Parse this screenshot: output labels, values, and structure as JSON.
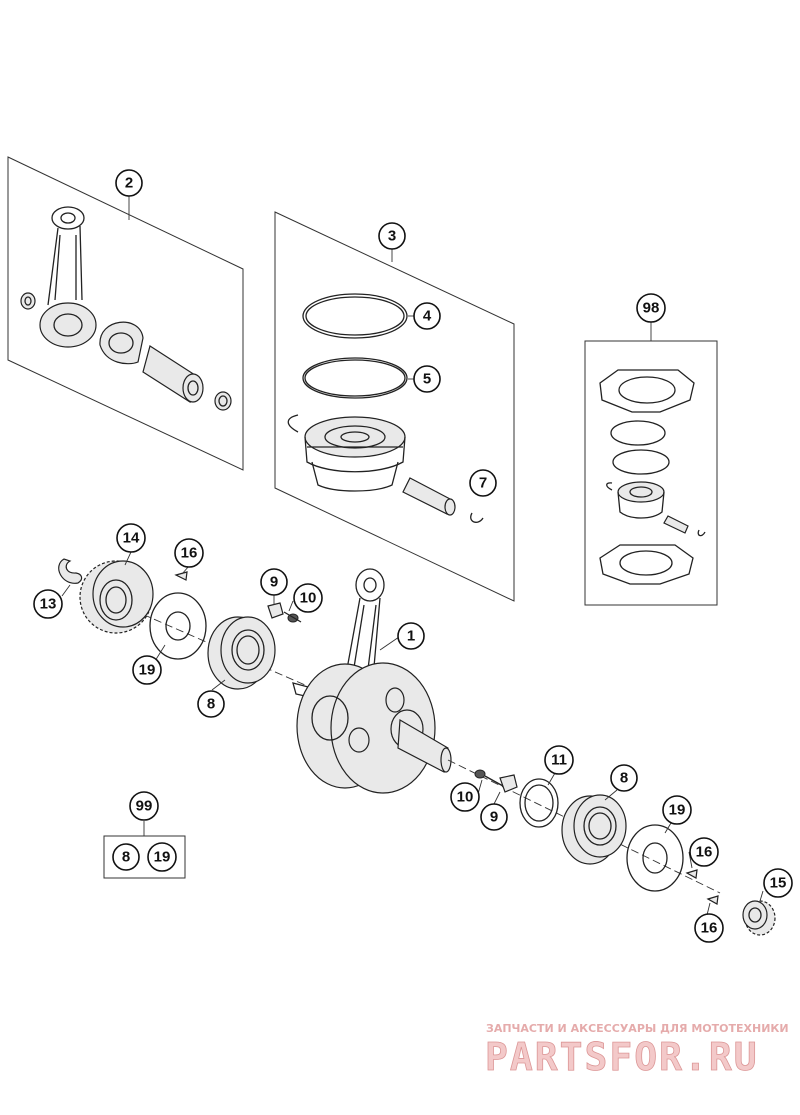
{
  "callouts": {
    "c1": "1",
    "c2": "2",
    "c3": "3",
    "c4": "4",
    "c5": "5",
    "c7": "7",
    "c8a": "8",
    "c8b": "8",
    "c9a": "9",
    "c9b": "9",
    "c10a": "10",
    "c10b": "10",
    "c11": "11",
    "c13": "13",
    "c14": "14",
    "c15": "15",
    "c16a": "16",
    "c16b": "16",
    "c16c": "16",
    "c19a": "19",
    "c19b": "19",
    "c98": "98",
    "c99": "99"
  },
  "kit99": {
    "item1": "8",
    "item2": "19"
  },
  "watermark": {
    "tagline": "ЗАПЧАСТИ И АКСЕССУАРЫ ДЛЯ МОТОТЕХНИКИ",
    "brand": "PARTSFOR.RU",
    "color": "#e8a0a0"
  }
}
